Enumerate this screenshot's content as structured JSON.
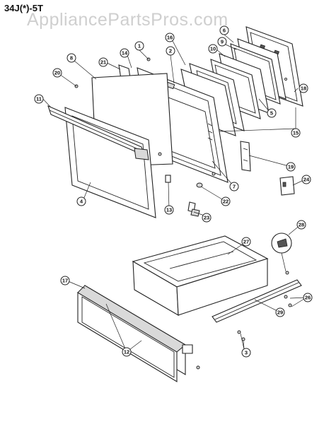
{
  "watermark": "AppliancePartsPros.com",
  "model": "34J(*)-5T",
  "callouts": {
    "c1": "1",
    "c2": "2",
    "c3": "3",
    "c4": "4",
    "c5": "5",
    "c6": "6",
    "c7": "7",
    "c8": "8",
    "c9": "9",
    "c10": "10",
    "c11": "11",
    "c12": "12",
    "c13": "13",
    "c14": "14",
    "c15": "15",
    "c16": "16",
    "c17": "17",
    "c18": "18",
    "c19": "19",
    "c20": "20",
    "c21": "21",
    "c22": "22",
    "c23": "23",
    "c24": "24",
    "c26": "26",
    "c27": "27",
    "c28": "28",
    "c29": "29"
  }
}
